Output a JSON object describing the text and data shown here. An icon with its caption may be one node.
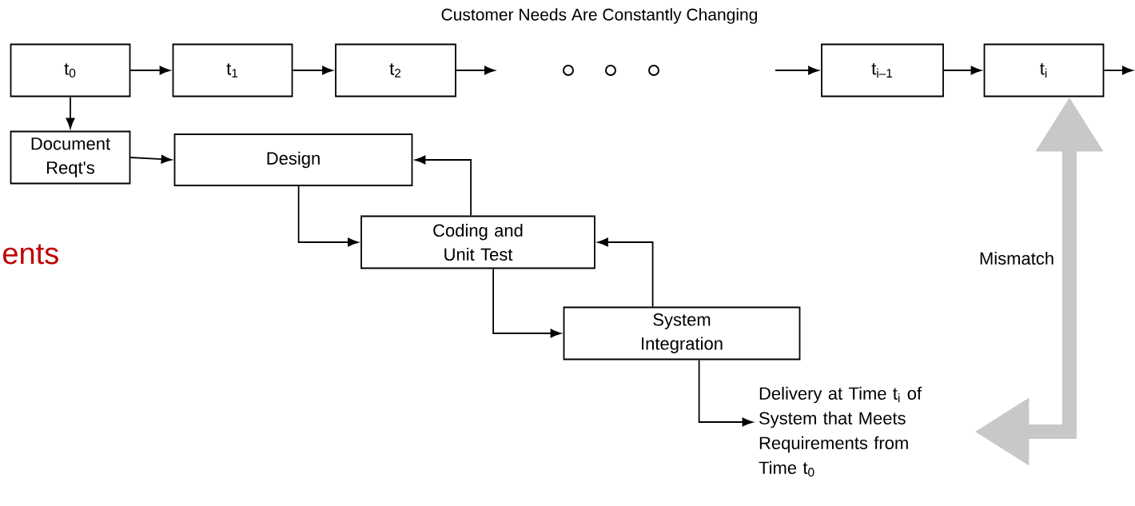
{
  "diagram": {
    "title": "Customer Needs Are Constantly Changing",
    "nodes": [
      {
        "text": [
          "t$_{0}$"
        ]
      },
      {
        "text": [
          "t$_{1}$"
        ]
      },
      {
        "text": [
          "t$_{2}$"
        ]
      },
      {
        "text": [
          "t$_{i–1}$"
        ]
      },
      {
        "text": [
          "t$_{i}$"
        ]
      },
      {
        "text": [
          "Document Reqt's"
        ]
      },
      {
        "text": [
          "Design"
        ]
      },
      {
        "text": [
          "Coding and Unit Test"
        ]
      },
      {
        "text": [
          "System Integration"
        ]
      },
      {
        "text": [
          "Delivery at Time t$_{i}$ of System that Meets Requirements from Time t$_{0}$"
        ]
      }
    ],
    "edges": [
      {
        "from": 0,
        "to": 1,
        "arrow": "to"
      },
      {
        "from": 1,
        "to": 2,
        "arrow": "to"
      },
      {
        "from": 2,
        "to": null,
        "arrow": "to"
      },
      {
        "from": null,
        "to": 3,
        "arrow": "to"
      },
      {
        "from": 3,
        "to": 4,
        "arrow": "to"
      },
      {
        "from": 4,
        "to": null,
        "arrow": "to"
      },
      {
        "from": 0,
        "to": 5,
        "arrow": "to"
      },
      {
        "from": 5,
        "to": 6,
        "arrow": "to"
      },
      {
        "from": 6,
        "to": 7,
        "arrow": "to"
      },
      {
        "from": 7,
        "to": 6,
        "arrow": "to"
      },
      {
        "from": 7,
        "to": 8,
        "arrow": "to"
      },
      {
        "from": 8,
        "to": 7,
        "arrow": "to"
      },
      {
        "from": 8,
        "to": 9,
        "arrow": "to"
      },
      {
        "from": 9,
        "to": 4,
        "arrow": "both",
        "label": "Mismatch",
        "style": "thick",
        "color": "#c8c8c8"
      }
    ],
    "labels": [
      "ents"
    ]
  }
}
